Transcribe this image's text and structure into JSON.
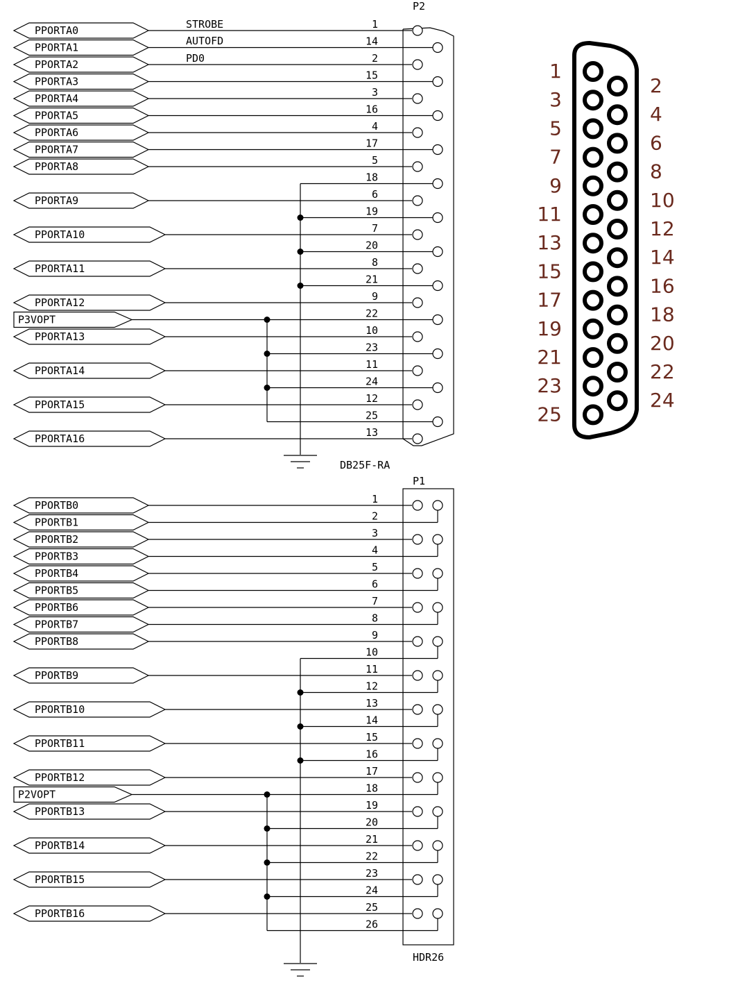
{
  "p2": {
    "ref": "P2",
    "part": "DB25F-RA",
    "pins": [
      "1",
      "14",
      "2",
      "15",
      "3",
      "16",
      "4",
      "17",
      "5",
      "18",
      "6",
      "19",
      "7",
      "20",
      "8",
      "21",
      "9",
      "22",
      "10",
      "23",
      "11",
      "24",
      "12",
      "25",
      "13"
    ],
    "signal_names": [
      "STROBE",
      "AUTOFD",
      "PD0"
    ],
    "ports": [
      "PPORTA0",
      "PPORTA1",
      "PPORTA2",
      "PPORTA3",
      "PPORTA4",
      "PPORTA5",
      "PPORTA6",
      "PPORTA7",
      "PPORTA8",
      "PPORTA9",
      "PPORTA10",
      "PPORTA11",
      "PPORTA12",
      "PPORTA13",
      "PPORTA14",
      "PPORTA15",
      "PPORTA16"
    ],
    "power": "P3VOPT"
  },
  "p1": {
    "ref": "P1",
    "part": "HDR26",
    "pins": [
      "1",
      "2",
      "3",
      "4",
      "5",
      "6",
      "7",
      "8",
      "9",
      "10",
      "11",
      "12",
      "13",
      "14",
      "15",
      "16",
      "17",
      "18",
      "19",
      "20",
      "21",
      "22",
      "23",
      "24",
      "25",
      "26"
    ],
    "ports": [
      "PPORTB0",
      "PPORTB1",
      "PPORTB2",
      "PPORTB3",
      "PPORTB4",
      "PPORTB5",
      "PPORTB6",
      "PPORTB7",
      "PPORTB8",
      "PPORTB9",
      "PPORTB10",
      "PPORTB11",
      "PPORTB12",
      "PPORTB13",
      "PPORTB14",
      "PPORTB15",
      "PPORTB16"
    ],
    "power": "P2VOPT"
  },
  "db25_view": {
    "left_labels": [
      "1",
      "3",
      "5",
      "7",
      "9",
      "11",
      "13",
      "15",
      "17",
      "19",
      "21",
      "23",
      "25"
    ],
    "right_labels": [
      "2",
      "4",
      "6",
      "8",
      "10",
      "12",
      "14",
      "16",
      "18",
      "20",
      "22",
      "24"
    ]
  }
}
